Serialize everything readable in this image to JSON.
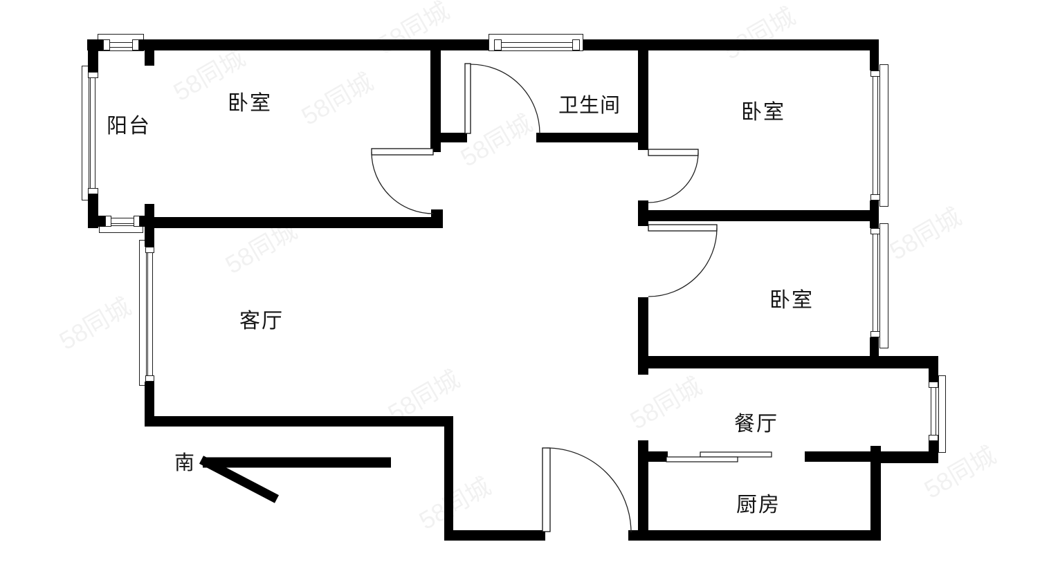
{
  "floorplan": {
    "type": "apartment-floor-plan",
    "compass": {
      "label": "南"
    },
    "rooms": [
      {
        "id": "balcony",
        "label": "阳台"
      },
      {
        "id": "bedroom-top-left",
        "label": "卧室"
      },
      {
        "id": "bathroom",
        "label": "卫生间"
      },
      {
        "id": "bedroom-top-right",
        "label": "卧室"
      },
      {
        "id": "bedroom-middle-right",
        "label": "卧室"
      },
      {
        "id": "living-room",
        "label": "客厅"
      },
      {
        "id": "dining-room",
        "label": "餐厅"
      },
      {
        "id": "kitchen",
        "label": "厨房"
      }
    ],
    "watermark": {
      "text": "58同城"
    },
    "colors": {
      "background": "#ffffff",
      "wall": "#000000",
      "line": "#1c1c1c"
    }
  }
}
